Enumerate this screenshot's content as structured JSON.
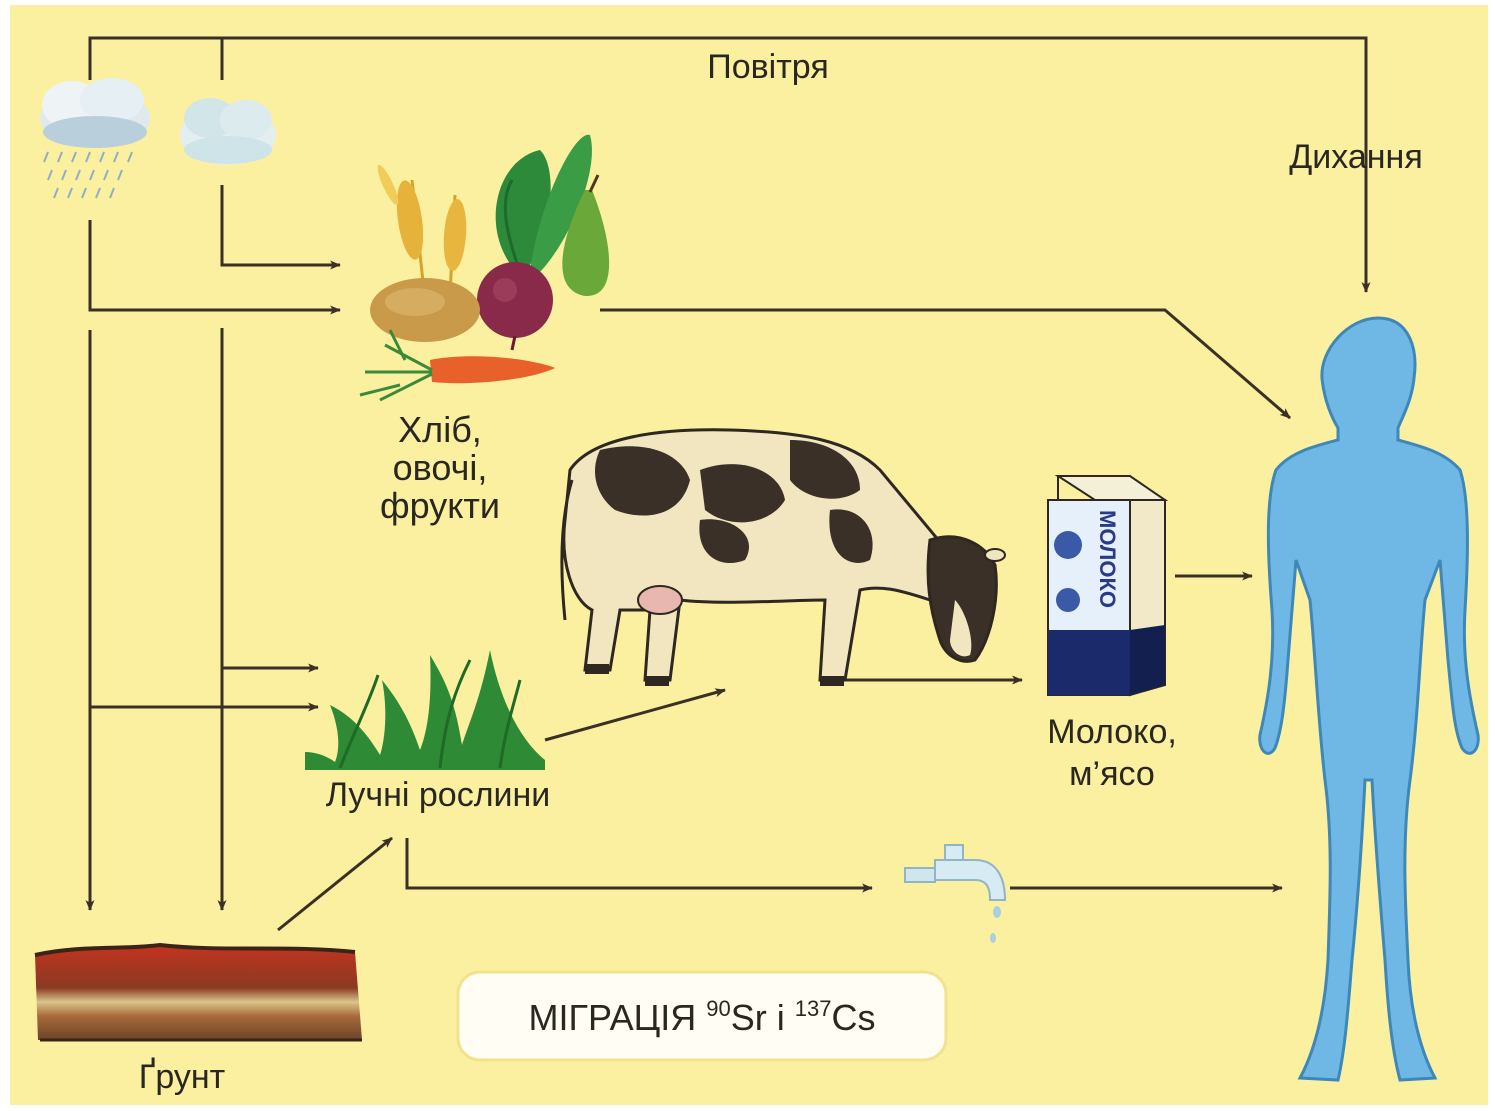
{
  "colors": {
    "background": "#fbefa0",
    "arrow": "#3a3026",
    "human": "#6fb8e6",
    "title_box_border": "#f2e28c"
  },
  "labels": {
    "air": "Повітря",
    "breathing": "Дихання",
    "crops_line1": "Хліб,",
    "crops_line2": "овочі,",
    "crops_line3": "фрукти",
    "meadow_plants": "Лучні рослини",
    "milk_meat_line1": "Молоко,",
    "milk_meat_line2": "м’ясо",
    "soil": "Ґрунт",
    "carton_text": "МОЛОКО"
  },
  "title": {
    "prefix": "МІГРАЦІЯ ",
    "iso1_mass": "90",
    "iso1_symbol": "Sr",
    "conjunction": " і ",
    "iso2_mass": "137",
    "iso2_symbol": "Cs"
  },
  "icons": [
    "rain-cloud-icon",
    "cloud-icon",
    "vegetables-icon",
    "cow-icon",
    "milk-carton-icon",
    "grass-icon",
    "water-tap-icon",
    "soil-layers-icon",
    "human-figure-icon"
  ]
}
